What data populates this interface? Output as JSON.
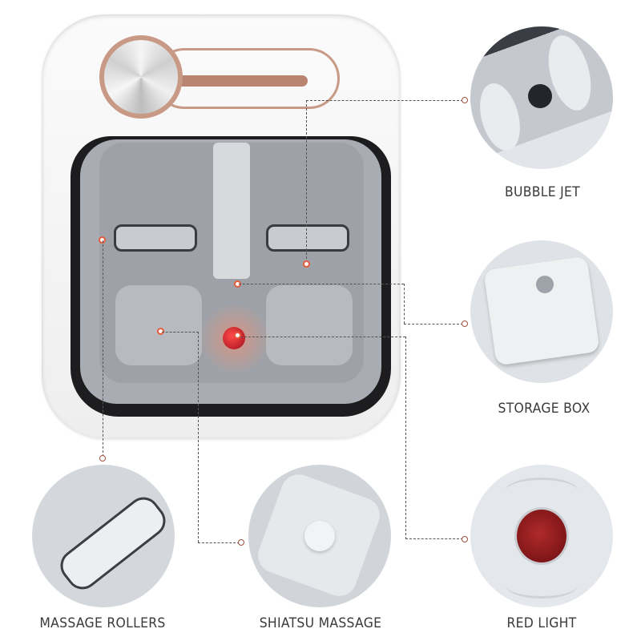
{
  "product": {
    "name": "foot-spa-basin",
    "accent_color": "#b98570",
    "light_color": "#c0141e"
  },
  "features": [
    {
      "id": "bubble-jet",
      "label": "BUBBLE  JET"
    },
    {
      "id": "storage-box",
      "label": "STORAGE BOX"
    },
    {
      "id": "massage-rollers",
      "label": "MASSAGE ROLLERS"
    },
    {
      "id": "shiatsu-massage",
      "label": "SHIATSU MASSAGE"
    },
    {
      "id": "red-light",
      "label": "RED LIGHT"
    }
  ]
}
